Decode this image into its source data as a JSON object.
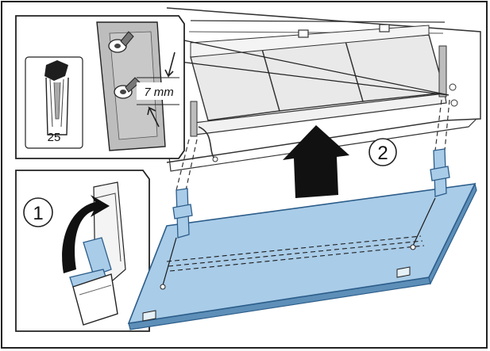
{
  "diagram": {
    "callouts": {
      "screw_distance": "7 mm",
      "torx_size": "25"
    },
    "steps": [
      {
        "number": "1"
      },
      {
        "number": "2"
      }
    ],
    "colors": {
      "panel_fill": "#a9cce8",
      "panel_edge": "#5d8fb8",
      "filter_fill": "#e9e9ea",
      "outline": "#1a1a1a",
      "arrow": "#111111"
    }
  }
}
